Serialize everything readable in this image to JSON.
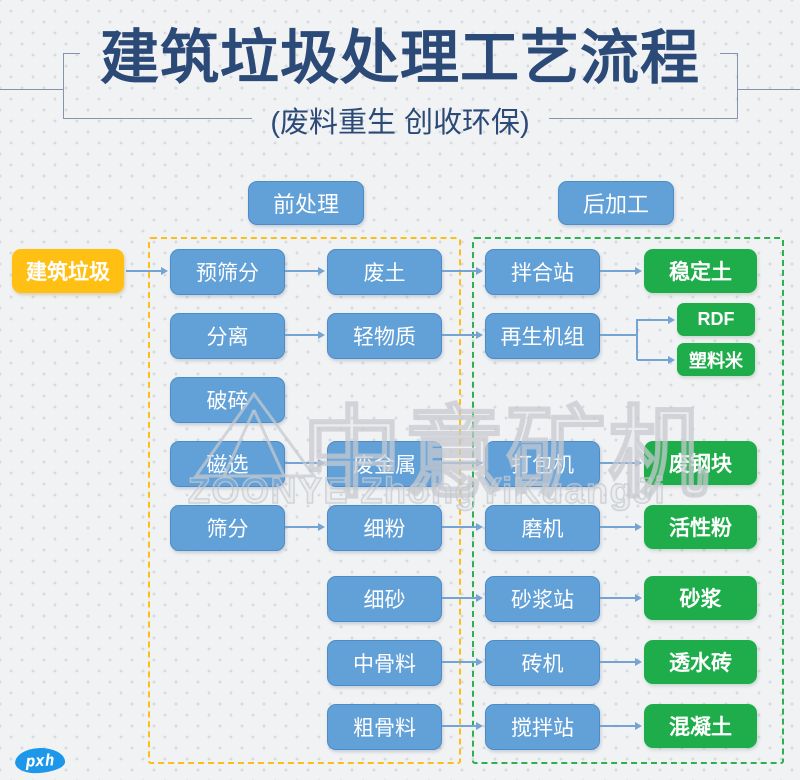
{
  "title": {
    "text": "建筑垃圾处理工艺流程",
    "subtitle": "(废料重生 创收环保)"
  },
  "colors": {
    "title_text": "#2c4a77",
    "blue_box": "#62a0d8",
    "green_box": "#1fad4b",
    "yellow_box": "#ffc013",
    "pre_group_dashed_border": "#fbbf17",
    "post_group_dashed_border": "#2db04f",
    "arrow": "#74a3d4",
    "background": "#f1f2f3"
  },
  "group_headers": {
    "pre": {
      "label": "前处理"
    },
    "post": {
      "label": "后加工"
    }
  },
  "nodes": [
    {
      "id": "source",
      "label": "建筑垃圾",
      "kind": "yellow",
      "col": "S",
      "row": "r1"
    },
    {
      "id": "pre_screen",
      "label": "预筛分",
      "kind": "blue",
      "col": "A",
      "row": "r1"
    },
    {
      "id": "separation",
      "label": "分离",
      "kind": "blue",
      "col": "A",
      "row": "r2"
    },
    {
      "id": "crushing",
      "label": "破碎",
      "kind": "blue",
      "col": "A",
      "row": "r3"
    },
    {
      "id": "magnetic",
      "label": "磁选",
      "kind": "blue",
      "col": "A",
      "row": "r4"
    },
    {
      "id": "screening",
      "label": "筛分",
      "kind": "blue",
      "col": "A",
      "row": "r5"
    },
    {
      "id": "waste_soil",
      "label": "废土",
      "kind": "blue",
      "col": "B",
      "row": "r1"
    },
    {
      "id": "light_material",
      "label": "轻物质",
      "kind": "blue",
      "col": "B",
      "row": "r2"
    },
    {
      "id": "scrap_metal",
      "label": "废金属",
      "kind": "blue",
      "col": "B",
      "row": "r4"
    },
    {
      "id": "fine_powder",
      "label": "细粉",
      "kind": "blue",
      "col": "B",
      "row": "r5"
    },
    {
      "id": "fine_sand",
      "label": "细砂",
      "kind": "blue",
      "col": "B",
      "row": "r6"
    },
    {
      "id": "medium_aggregate",
      "label": "中骨料",
      "kind": "blue",
      "col": "B",
      "row": "r7"
    },
    {
      "id": "coarse_aggregate",
      "label": "粗骨料",
      "kind": "blue",
      "col": "B",
      "row": "r8"
    },
    {
      "id": "mixing_station",
      "label": "拌合站",
      "kind": "blue",
      "col": "C",
      "row": "r1"
    },
    {
      "id": "regen_unit",
      "label": "再生机组",
      "kind": "blue",
      "col": "C",
      "row": "r2"
    },
    {
      "id": "baler",
      "label": "打包机",
      "kind": "blue",
      "col": "C",
      "row": "r4"
    },
    {
      "id": "mill",
      "label": "磨机",
      "kind": "blue",
      "col": "C",
      "row": "r5"
    },
    {
      "id": "mortar_station",
      "label": "砂浆站",
      "kind": "blue",
      "col": "C",
      "row": "r6"
    },
    {
      "id": "brick_machine",
      "label": "砖机",
      "kind": "blue",
      "col": "C",
      "row": "r7"
    },
    {
      "id": "mixing_plant",
      "label": "搅拌站",
      "kind": "blue",
      "col": "C",
      "row": "r8"
    },
    {
      "id": "stable_soil",
      "label": "稳定土",
      "kind": "green",
      "col": "D",
      "row": "r1"
    },
    {
      "id": "rdf",
      "label": "RDF",
      "kind": "green small",
      "special": true
    },
    {
      "id": "plastic_rice",
      "label": "塑料米",
      "kind": "green small",
      "special": true
    },
    {
      "id": "scrap_steel",
      "label": "废钢块",
      "kind": "green",
      "col": "D",
      "row": "r4"
    },
    {
      "id": "active_powder",
      "label": "活性粉",
      "kind": "green",
      "col": "D",
      "row": "r5"
    },
    {
      "id": "mortar",
      "label": "砂浆",
      "kind": "green",
      "col": "D",
      "row": "r6"
    },
    {
      "id": "permeable_brick",
      "label": "透水砖",
      "kind": "green",
      "col": "D",
      "row": "r7"
    },
    {
      "id": "concrete",
      "label": "混凝土",
      "kind": "green",
      "col": "D",
      "row": "r8"
    }
  ],
  "edges": [
    [
      "source",
      "pre_screen"
    ],
    [
      "pre_screen",
      "waste_soil"
    ],
    [
      "waste_soil",
      "mixing_station"
    ],
    [
      "mixing_station",
      "stable_soil"
    ],
    [
      "separation",
      "light_material"
    ],
    [
      "light_material",
      "regen_unit"
    ],
    [
      "regen_unit",
      "rdf"
    ],
    [
      "regen_unit",
      "plastic_rice"
    ],
    [
      "magnetic",
      "scrap_metal"
    ],
    [
      "scrap_metal",
      "baler"
    ],
    [
      "baler",
      "scrap_steel"
    ],
    [
      "screening",
      "fine_powder"
    ],
    [
      "fine_powder",
      "mill"
    ],
    [
      "mill",
      "active_powder"
    ],
    [
      "fine_sand",
      "mortar_station"
    ],
    [
      "mortar_station",
      "mortar"
    ],
    [
      "medium_aggregate",
      "brick_machine"
    ],
    [
      "brick_machine",
      "permeable_brick"
    ],
    [
      "coarse_aggregate",
      "mixing_plant"
    ],
    [
      "mixing_plant",
      "concrete"
    ]
  ],
  "watermark": {
    "text_cn": "中意矿机",
    "text_en": "ZOONYE ZhongYiKuangJi"
  },
  "badge": {
    "text": "pxh"
  }
}
